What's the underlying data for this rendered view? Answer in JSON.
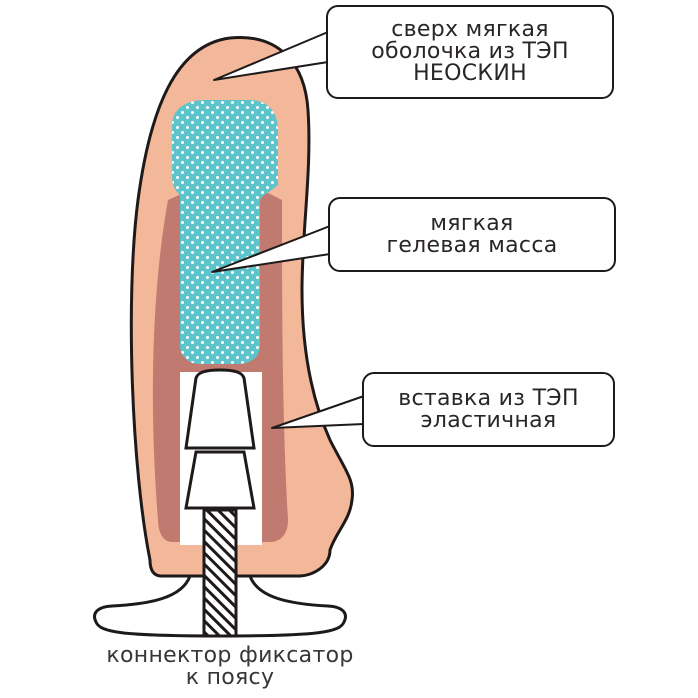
{
  "callouts": {
    "shell": {
      "lines": [
        "сверх мягкая",
        "оболочка из ТЭП",
        "НЕОСКИН"
      ]
    },
    "gel": {
      "lines": [
        "мягкая",
        "гелевая масса"
      ]
    },
    "insert": {
      "lines": [
        "вставка из ТЭП",
        "эластичная"
      ]
    }
  },
  "caption": {
    "lines": [
      "коннектор фиксатор",
      "к поясу"
    ]
  },
  "colors": {
    "outline": "#1f1a1a",
    "shell": "#f3b79a",
    "insert": "#c17a6f",
    "gel": "#5ec4cc",
    "gel_dots": "#ffffff",
    "connector": "#ffffff"
  }
}
